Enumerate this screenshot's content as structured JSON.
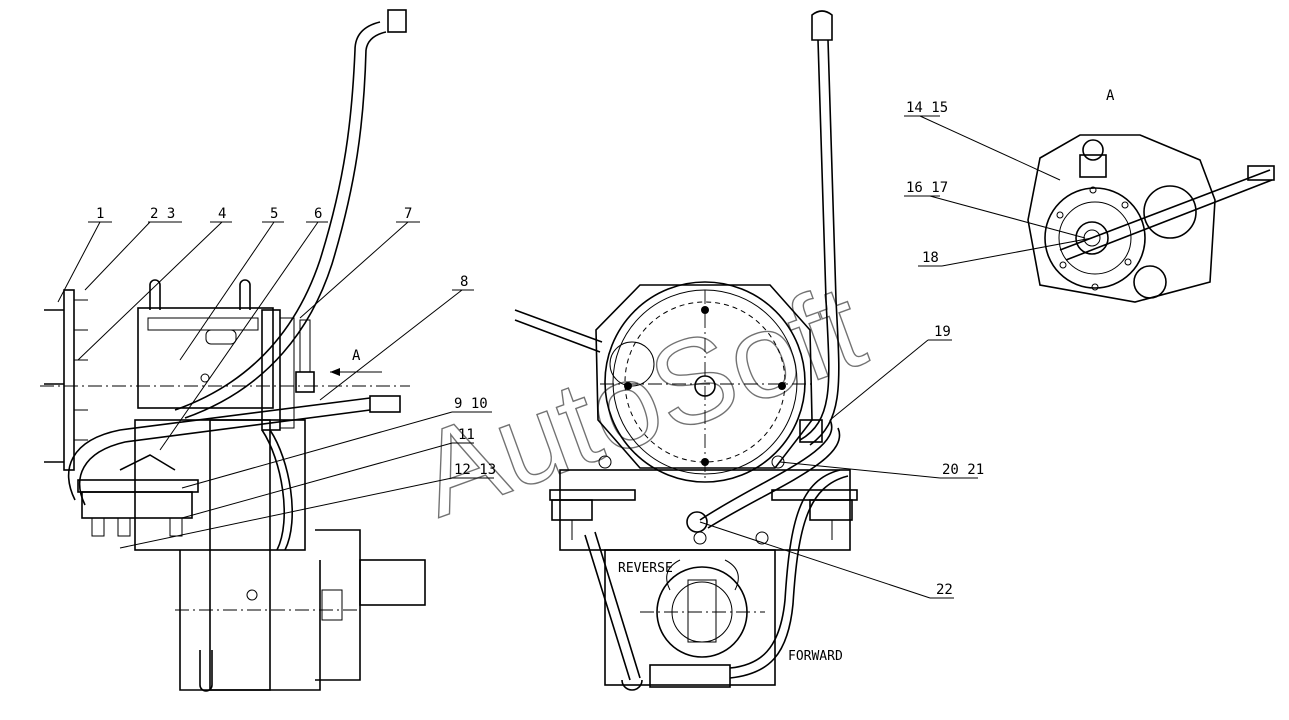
{
  "watermark": "AutoSoft",
  "view_label": "A",
  "section_arrow_label": "A",
  "direction_labels": {
    "reverse": "REVERSE",
    "forward": "FORWARD"
  },
  "callouts": [
    {
      "id": "c1",
      "text": "1"
    },
    {
      "id": "c2",
      "text": "2 3"
    },
    {
      "id": "c4",
      "text": "4"
    },
    {
      "id": "c5",
      "text": "5"
    },
    {
      "id": "c6",
      "text": "6"
    },
    {
      "id": "c7",
      "text": "7"
    },
    {
      "id": "c8",
      "text": "8"
    },
    {
      "id": "c9",
      "text": "9 10"
    },
    {
      "id": "c11",
      "text": "11"
    },
    {
      "id": "c12",
      "text": "12 13"
    },
    {
      "id": "c14",
      "text": "14 15"
    },
    {
      "id": "c16",
      "text": "16 17"
    },
    {
      "id": "c18",
      "text": "18"
    },
    {
      "id": "c19",
      "text": "19"
    },
    {
      "id": "c20",
      "text": "20 21"
    },
    {
      "id": "c22",
      "text": "22"
    }
  ]
}
